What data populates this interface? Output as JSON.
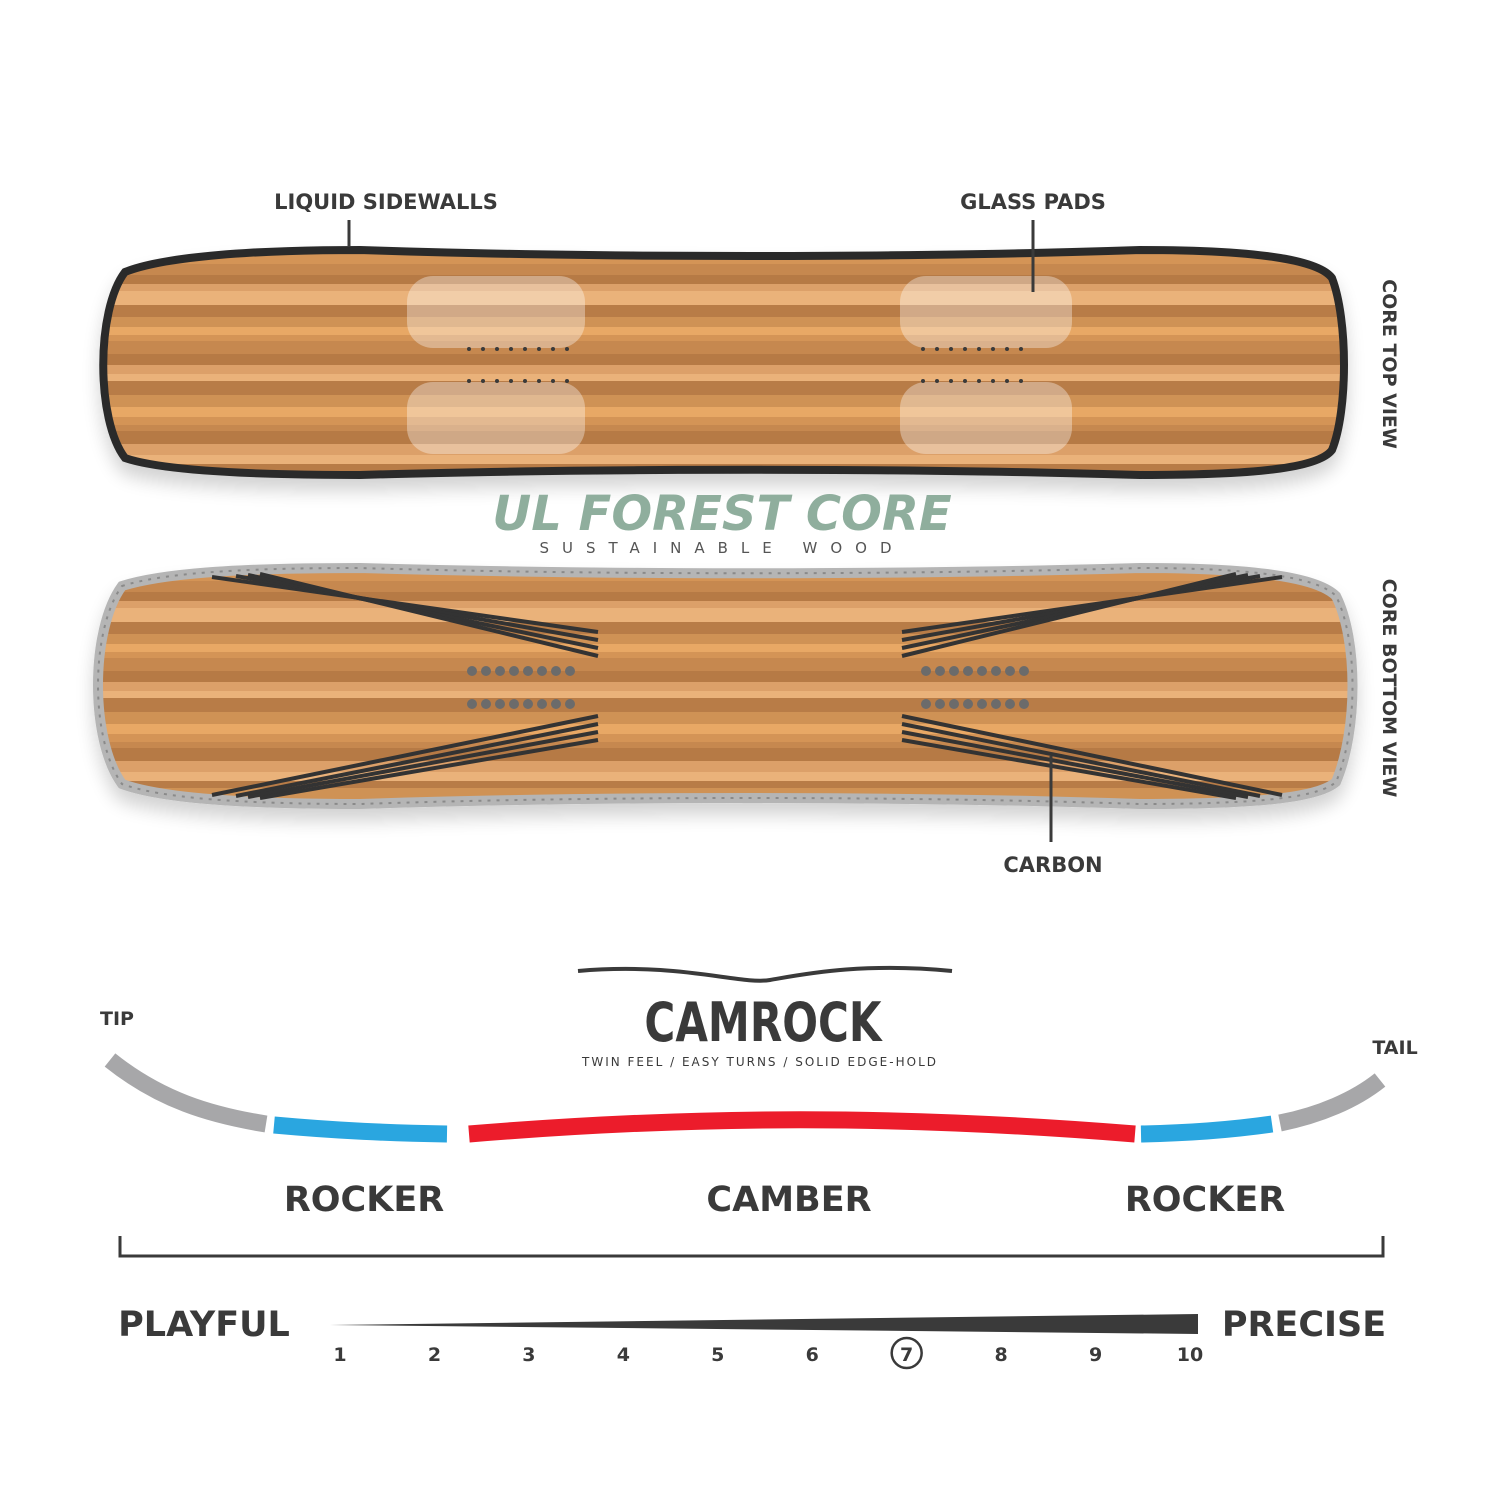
{
  "callouts": {
    "liquid_sidewalls": "LIQUID SIDEWALLS",
    "glass_pads": "GLASS PADS",
    "carbon": "CARBON"
  },
  "views": {
    "top": "CORE TOP VIEW",
    "bottom": "CORE BOTTOM VIEW"
  },
  "core": {
    "name": "UL FOREST CORE",
    "tagline": "SUSTAINABLE WOOD",
    "name_color": "#8fae9d"
  },
  "profile": {
    "name": "CAMROCK",
    "description": "TWIN FEEL / EASY TURNS / SOLID EDGE-HOLD",
    "tip_label": "TIP",
    "tail_label": "TAIL",
    "zones": [
      {
        "label": "ROCKER",
        "color": "#2aa6e0"
      },
      {
        "label": "CAMBER",
        "color": "#ec1c2b"
      },
      {
        "label": "ROCKER",
        "color": "#2aa6e0"
      }
    ],
    "end_color": "#a7a7a9"
  },
  "flex_scale": {
    "left_label": "PLAYFUL",
    "right_label": "PRECISE",
    "ticks": [
      "1",
      "2",
      "3",
      "4",
      "5",
      "6",
      "7",
      "8",
      "9",
      "10"
    ],
    "selected": 7
  },
  "colors": {
    "text": "#3a3a3a",
    "wood_light": "#e8a865",
    "wood_dark": "#b67a45",
    "sidewall": "#2b2b2b",
    "bottom_edge": "#b5b5b5",
    "carbon": "#333333"
  }
}
